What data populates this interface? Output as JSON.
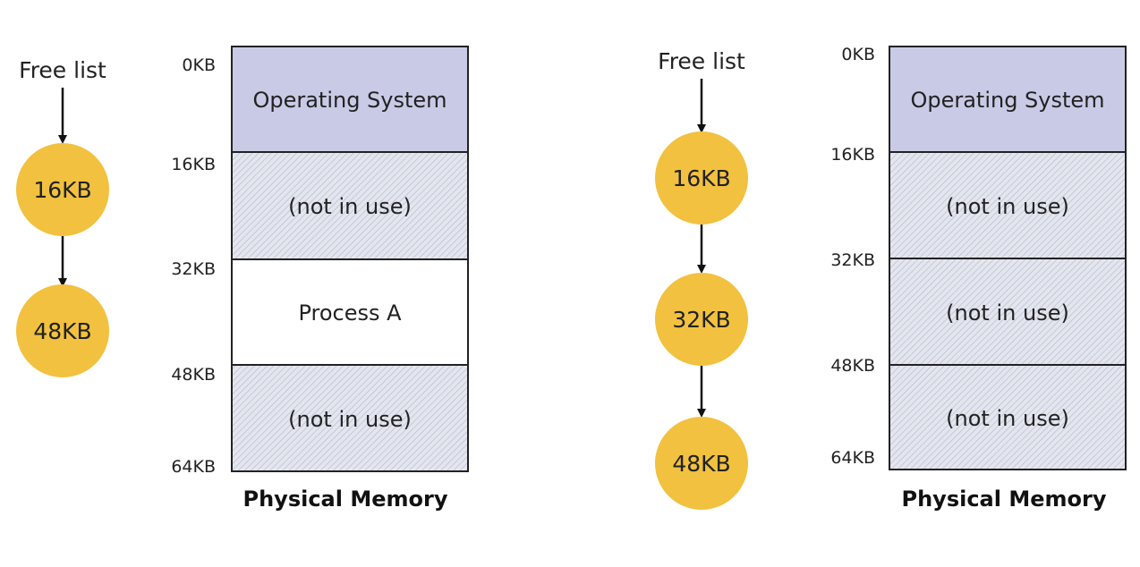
{
  "colors": {
    "os": "#c9cbe6",
    "free_bg": "#e4e6ef",
    "hatch": "#b8bccb",
    "node": "#f2c13f",
    "used": "#ffffff"
  },
  "left": {
    "free_list_title": "Free list",
    "nodes": [
      "16KB",
      "48KB"
    ],
    "addresses": [
      "0KB",
      "16KB",
      "32KB",
      "48KB",
      "64KB"
    ],
    "segments": [
      "Operating System",
      "(not in use)",
      "Process A",
      "(not in use)"
    ],
    "caption": "Physical Memory"
  },
  "right": {
    "free_list_title": "Free list",
    "nodes": [
      "16KB",
      "32KB",
      "48KB"
    ],
    "addresses": [
      "0KB",
      "16KB",
      "32KB",
      "48KB",
      "64KB"
    ],
    "segments": [
      "Operating System",
      "(not in use)",
      "(not in use)",
      "(not in use)"
    ],
    "caption": "Physical Memory"
  }
}
